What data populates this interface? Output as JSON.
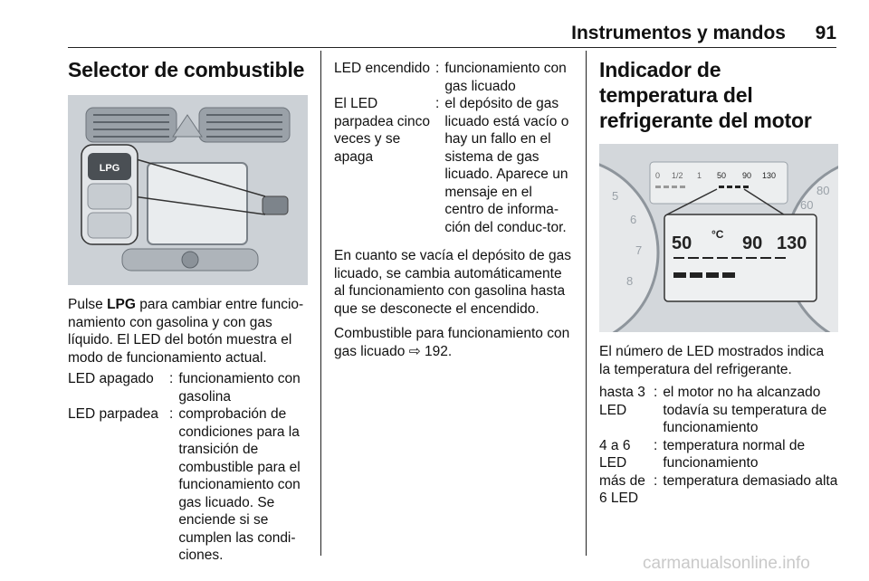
{
  "header": {
    "title": "Instrumentos y mandos",
    "page": "91"
  },
  "col1": {
    "heading": "Selector de combustible",
    "figure_labels": {
      "button": "LPG"
    },
    "intro_pre": "Pulse ",
    "intro_bold": "LPG",
    "intro_post": " para cambiar entre funcio-namiento con gasolina y con gas líquido. El LED del botón muestra el modo de funcionamiento actual.",
    "rows": [
      {
        "key": "LED apagado",
        "sep": ":",
        "val": "funcionamiento con gasolina"
      },
      {
        "key": "LED parpadea",
        "sep": ":",
        "val": "comprobación de condiciones para la transición de combustible para el funcionamiento con gas licuado. Se enciende si se cumplen las condi-ciones."
      }
    ]
  },
  "col2": {
    "rows": [
      {
        "key": "LED encendido",
        "sep": ":",
        "val": "funcionamiento con gas licuado"
      },
      {
        "key": "El LED parpadea cinco veces y se apaga",
        "sep": ":",
        "val": "el depósito de gas licuado está vacío o hay un fallo en el sistema de gas licuado. Aparece un mensaje en el centro de informa-ción del conduc-tor."
      }
    ],
    "para1": "En cuanto se vacía el depósito de gas licuado, se cambia automáticamente al funcionamiento con gasolina hasta que se desconecte el encendido.",
    "para2": "Combustible para funcionamiento con gas licuado ⇨ 192."
  },
  "col3": {
    "heading": "Indicador de temperatura del refrigerante del motor",
    "figure_labels": {
      "small_scale": [
        "0",
        "1/2",
        "1",
        "50",
        "90",
        "130"
      ],
      "zoom_scale": [
        "50",
        "90",
        "130"
      ],
      "unit": "°C",
      "dial_left": [
        "5",
        "6",
        "7",
        "8"
      ],
      "dial_right": [
        "60",
        "80"
      ]
    },
    "para": "El número de LED mostrados indica la temperatura del refrigerante.",
    "rows": [
      {
        "key": "hasta 3 LED",
        "sep": ":",
        "val": "el motor no ha alcanzado todavía su temperatura de funcionamiento"
      },
      {
        "key": "4 a 6 LED",
        "sep": ":",
        "val": "temperatura normal de funcionamiento"
      },
      {
        "key": "más de 6 LED",
        "sep": ":",
        "val": "temperatura demasiado alta"
      }
    ]
  },
  "watermark": "carmanualsonline.info"
}
